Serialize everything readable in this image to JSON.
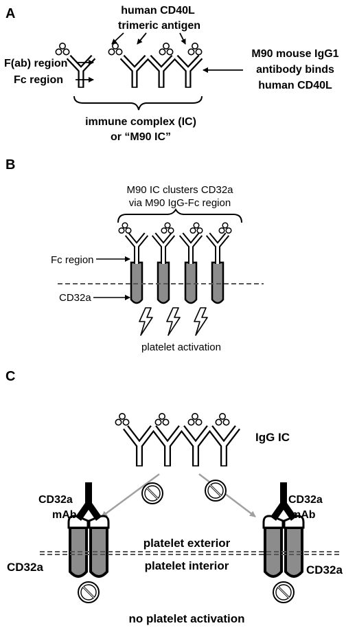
{
  "panel_a": {
    "letter": "A",
    "antigen_line1": "human CD40L",
    "antigen_line2": "trimeric antigen",
    "fab_label": "F(ab) region",
    "fc_label": "Fc region",
    "antibody_line1": "M90 mouse IgG1",
    "antibody_line2": "antibody binds",
    "antibody_line3": "human CD40L",
    "complex_line1": "immune complex (IC)",
    "complex_line2": "or “M90 IC”"
  },
  "panel_b": {
    "letter": "B",
    "title_line1": "M90 IC clusters CD32a",
    "title_line2": "via M90 IgG-Fc region",
    "fc_label": "Fc region",
    "receptor_label": "CD32a",
    "activation_label": "platelet activation"
  },
  "panel_c": {
    "letter": "C",
    "ic_label": "IgG IC",
    "mab_left_line1": "CD32a",
    "mab_left_line2": "mAb",
    "mab_right_line1": "CD32a",
    "mab_right_line2": "mAb",
    "exterior_label": "platelet exterior",
    "interior_label": "platelet interior",
    "receptor_left_label": "CD32a",
    "receptor_right_label": "CD32a",
    "no_activation_label": "no platelet activation"
  }
}
